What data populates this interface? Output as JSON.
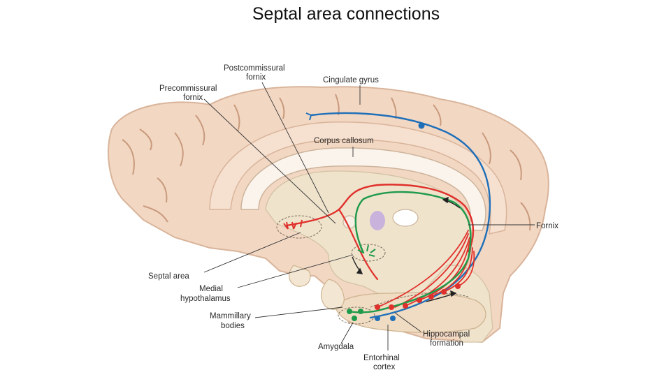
{
  "slide": {
    "title": "Septal area connections"
  },
  "figure": {
    "labels": {
      "postcommissural_fornix": [
        "Postcommissural",
        "fornix"
      ],
      "precommissural_fornix": [
        "Precommissural",
        "fornix"
      ],
      "cingulate_gyrus": "Cingulate gyrus",
      "corpus_callosum": "Corpus callosum",
      "fornix": "Fornix",
      "septal_area": "Septal area",
      "medial_hypothalamus": [
        "Medial",
        "hypothalamus"
      ],
      "mammillary_bodies": [
        "Mammillary",
        "bodies"
      ],
      "amygdala": "Amygdala",
      "entorhinal_cortex": [
        "Entorhinal",
        "cortex"
      ],
      "hippocampal_formation": [
        "Hippocampal",
        "formation"
      ]
    },
    "pathway_colors": {
      "septal_efferents": "#e0302b",
      "fornix_to_mammillary": "#1e9a4a",
      "cingulum": "#1f6fb8"
    },
    "tissue_colors": {
      "cortex": "#f2d7c3",
      "cortex_outline": "#d9b49a",
      "white_matter": "#f6eadf",
      "diencephalon": "#efe3cc",
      "nucleus": "#c9b3dd"
    }
  }
}
